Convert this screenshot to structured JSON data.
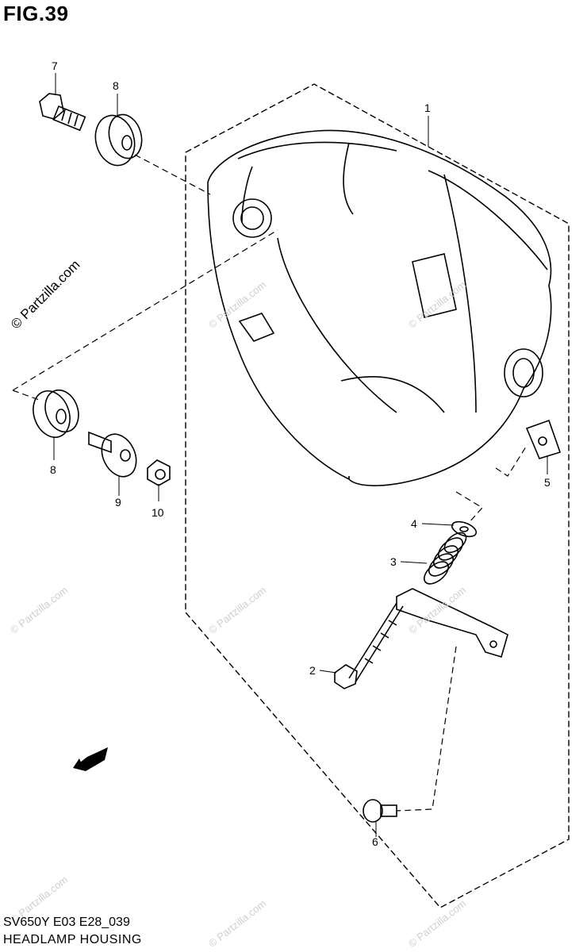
{
  "figure": {
    "title": "FIG.39"
  },
  "callouts": {
    "c1": "1",
    "c2": "2",
    "c3": "3",
    "c4": "4",
    "c5": "5",
    "c6": "6",
    "c7": "7",
    "c8a": "8",
    "c8b": "8",
    "c9": "9",
    "c10": "10"
  },
  "watermark": {
    "side": "© Partzilla.com",
    "faint": "© Partzilla.com"
  },
  "footer": {
    "model": "SV650Y E03 E28_039",
    "caption": "HEADLAMP HOUSING"
  },
  "icons": {
    "fwd_arrow": "forward-direction-icon"
  }
}
